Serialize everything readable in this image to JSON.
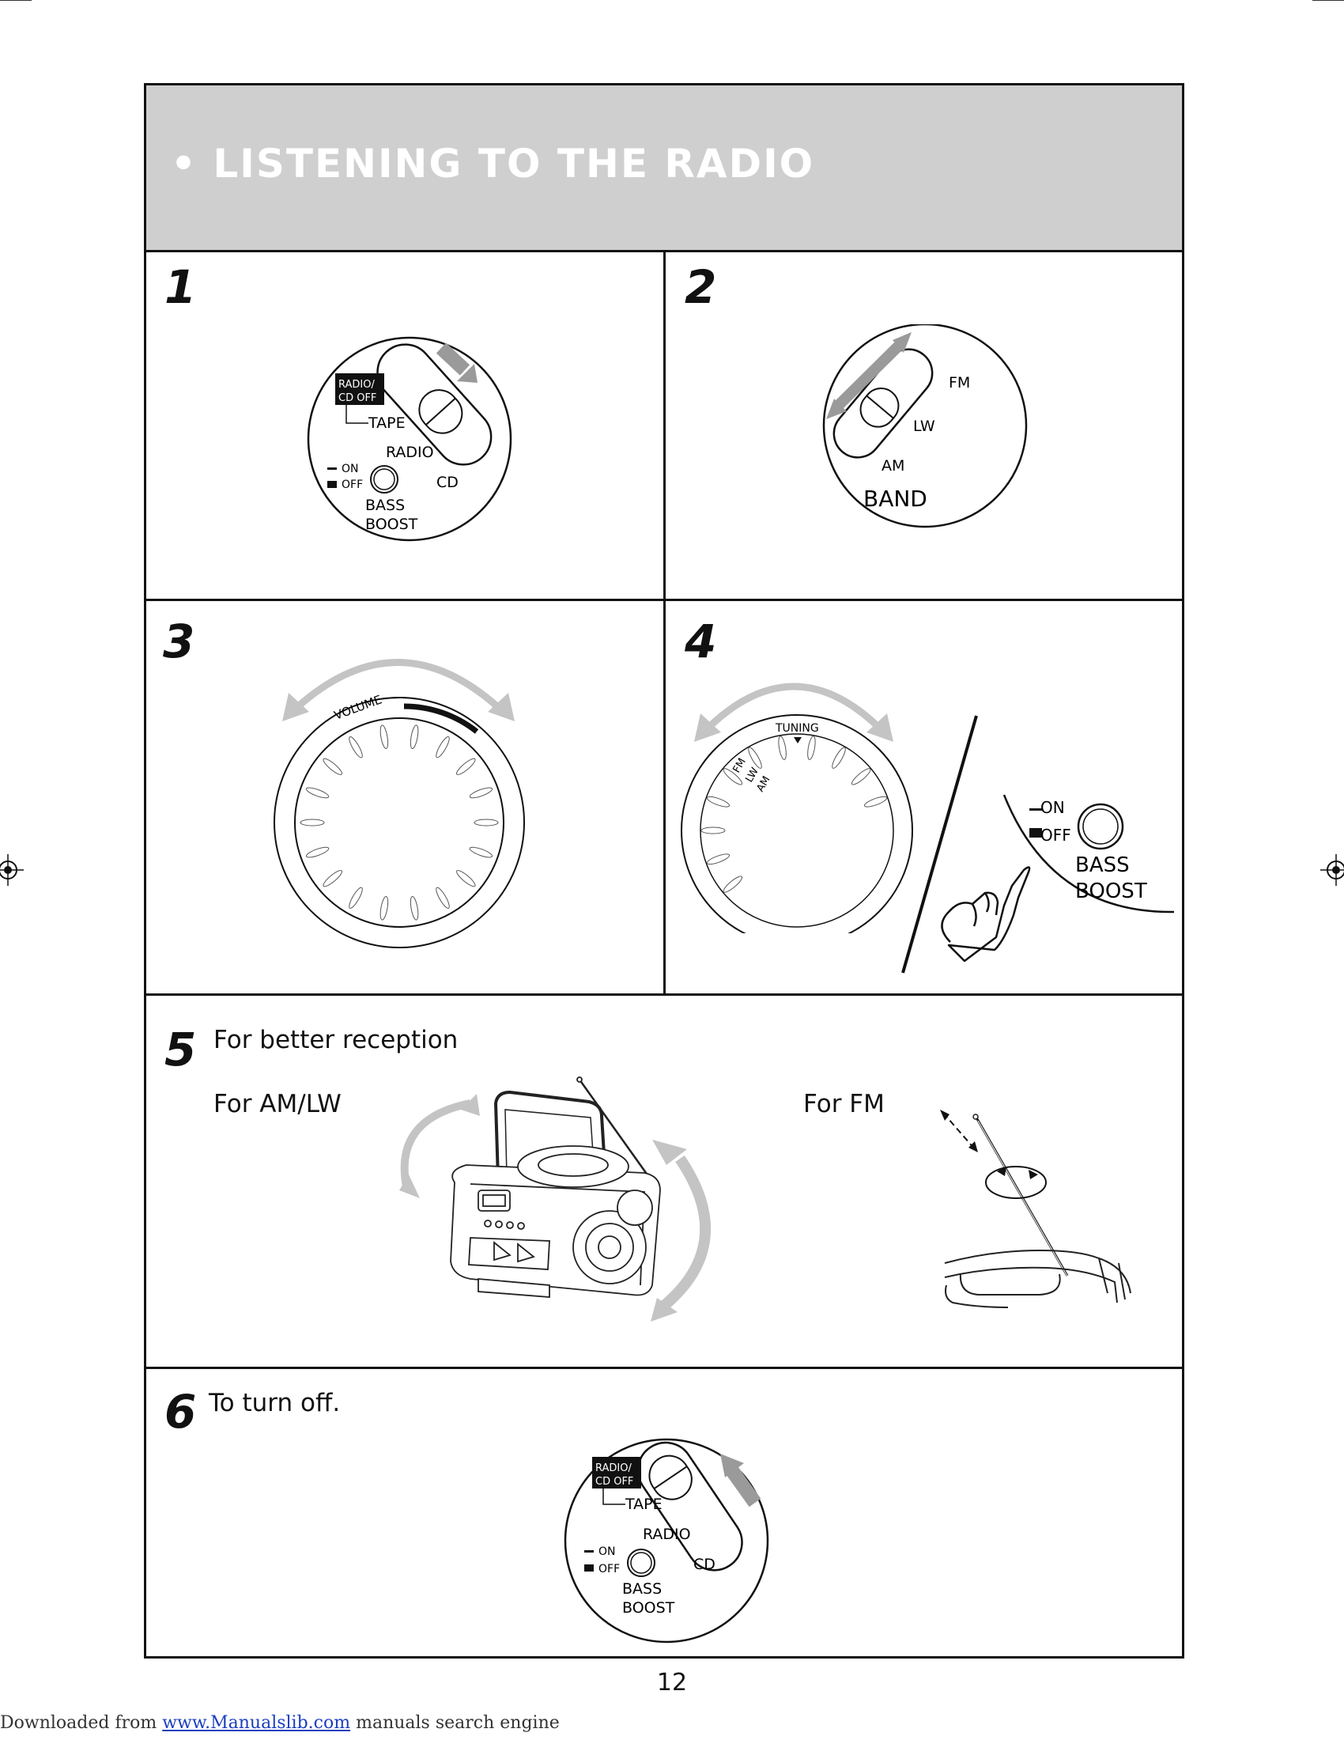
{
  "header": {
    "title": "• LISTENING TO THE RADIO"
  },
  "steps": [
    {
      "number": "1"
    },
    {
      "number": "2"
    },
    {
      "number": "3"
    },
    {
      "number": "4"
    },
    {
      "number": "5",
      "caption": "For better reception",
      "left_label": "For AM/LW",
      "right_label": "For FM"
    },
    {
      "number": "6",
      "caption": "To turn off."
    }
  ],
  "function_switch": {
    "radio_cd_off": [
      "RADIO/",
      "CD OFF"
    ],
    "tape": "TAPE",
    "radio": "RADIO",
    "cd": "CD",
    "on": "ON",
    "off": "OFF",
    "bass": "BASS",
    "boost": "BOOST"
  },
  "band_switch": {
    "fm": "FM",
    "lw": "LW",
    "am": "AM",
    "band": "BAND"
  },
  "volume_dial": {
    "label": "VOLUME"
  },
  "tuning_dial": {
    "label": "TUNING",
    "fm": "FM",
    "lw": "LW",
    "am": "AM"
  },
  "bass_boost_panel": {
    "on": "ON",
    "off": "OFF",
    "bass": "BASS",
    "boost": "BOOST"
  },
  "page_number": "12",
  "footer": {
    "prefix": "Downloaded from ",
    "link": "www.Manualslib.com",
    "suffix": " manuals search engine"
  },
  "colors": {
    "header_band": "#cfcfcf",
    "arrow_gray": "#c4c4c4",
    "line": "#111111"
  }
}
